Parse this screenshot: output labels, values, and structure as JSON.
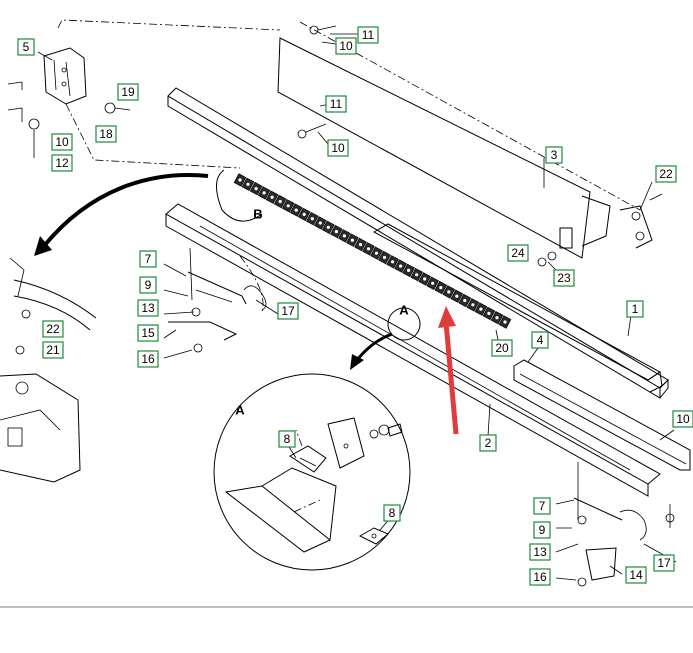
{
  "diagram": {
    "view_labels": [
      "A",
      "B"
    ],
    "callouts": [
      {
        "id": "c5",
        "text": "5"
      },
      {
        "id": "c11a",
        "text": "11"
      },
      {
        "id": "c10a",
        "text": "10"
      },
      {
        "id": "c19",
        "text": "19"
      },
      {
        "id": "c18",
        "text": "18"
      },
      {
        "id": "c10b",
        "text": "10"
      },
      {
        "id": "c12",
        "text": "12"
      },
      {
        "id": "c11b",
        "text": "11"
      },
      {
        "id": "c10c",
        "text": "10"
      },
      {
        "id": "c3",
        "text": "3"
      },
      {
        "id": "c22a",
        "text": "22"
      },
      {
        "id": "c24",
        "text": "24"
      },
      {
        "id": "c23",
        "text": "23"
      },
      {
        "id": "c7a",
        "text": "7"
      },
      {
        "id": "c9a",
        "text": "9"
      },
      {
        "id": "c13a",
        "text": "13"
      },
      {
        "id": "c15",
        "text": "15"
      },
      {
        "id": "c16a",
        "text": "16"
      },
      {
        "id": "c17a",
        "text": "17"
      },
      {
        "id": "c22b",
        "text": "22"
      },
      {
        "id": "c21",
        "text": "21"
      },
      {
        "id": "c1",
        "text": "1"
      },
      {
        "id": "c20",
        "text": "20"
      },
      {
        "id": "c4",
        "text": "4"
      },
      {
        "id": "c2",
        "text": "2"
      },
      {
        "id": "c8a",
        "text": "8"
      },
      {
        "id": "c8b",
        "text": "8"
      },
      {
        "id": "c10d",
        "text": "10"
      },
      {
        "id": "c7b",
        "text": "7"
      },
      {
        "id": "c9b",
        "text": "9"
      },
      {
        "id": "c13b",
        "text": "13"
      },
      {
        "id": "c16b",
        "text": "16"
      },
      {
        "id": "c17b",
        "text": "17"
      },
      {
        "id": "c14",
        "text": "14"
      }
    ],
    "colors": {
      "callout_border": "#1f8a3a",
      "line": "#000000",
      "pointer_arrow": "#e23b3b"
    }
  }
}
